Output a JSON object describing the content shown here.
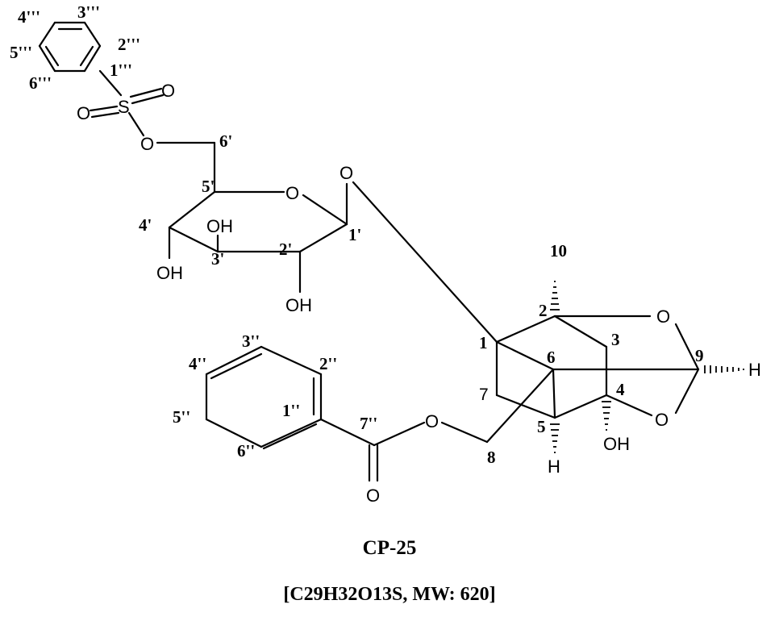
{
  "atoms": {
    "o_sulfonyl_left": "O",
    "o_sulfonyl_right": "O",
    "sulfur": "S",
    "o_ester_sulfonate": "O",
    "o_ring_glucose": "O",
    "o_glycosidic": "O",
    "oh_c3": "OH",
    "oh_c4": "OH",
    "oh_c2": "OH",
    "o_cage_upper": "O",
    "o_cage_lower": "O",
    "h_c9": "H",
    "o_benzoate_ester": "O",
    "oh_cage_c4": "OH",
    "h_c5": "H",
    "o_carbonyl": "O"
  },
  "locants": {
    "c4_sulfonyl_phenyl": "4'''",
    "c3_sulfonyl_phenyl": "3'''",
    "c2_sulfonyl_phenyl": "2'''",
    "c1_sulfonyl_phenyl": "1'''",
    "c5_sulfonyl_phenyl": "5'''",
    "c6_sulfonyl_phenyl": "6'''",
    "c6_glucose": "6'",
    "c5_glucose": "5'",
    "c4_glucose": "4'",
    "c3_glucose": "3'",
    "c2_glucose": "2'",
    "c1_glucose": "1'",
    "c10": "10",
    "c2": "2",
    "c1": "1",
    "c3": "3",
    "c6": "6",
    "c9": "9",
    "c7": "7",
    "c4": "4",
    "c5": "5",
    "c8": "8",
    "c3_benzoyl": "3''",
    "c2_benzoyl": "2''",
    "c4_benzoyl": "4''",
    "c1_benzoyl": "1''",
    "c5_benzoyl": "5''",
    "c6_benzoyl": "6''",
    "c7_benzoyl": "7''"
  },
  "compound": {
    "name": "CP-25",
    "formula": "[C29H32O13S,  MW: 620]"
  }
}
